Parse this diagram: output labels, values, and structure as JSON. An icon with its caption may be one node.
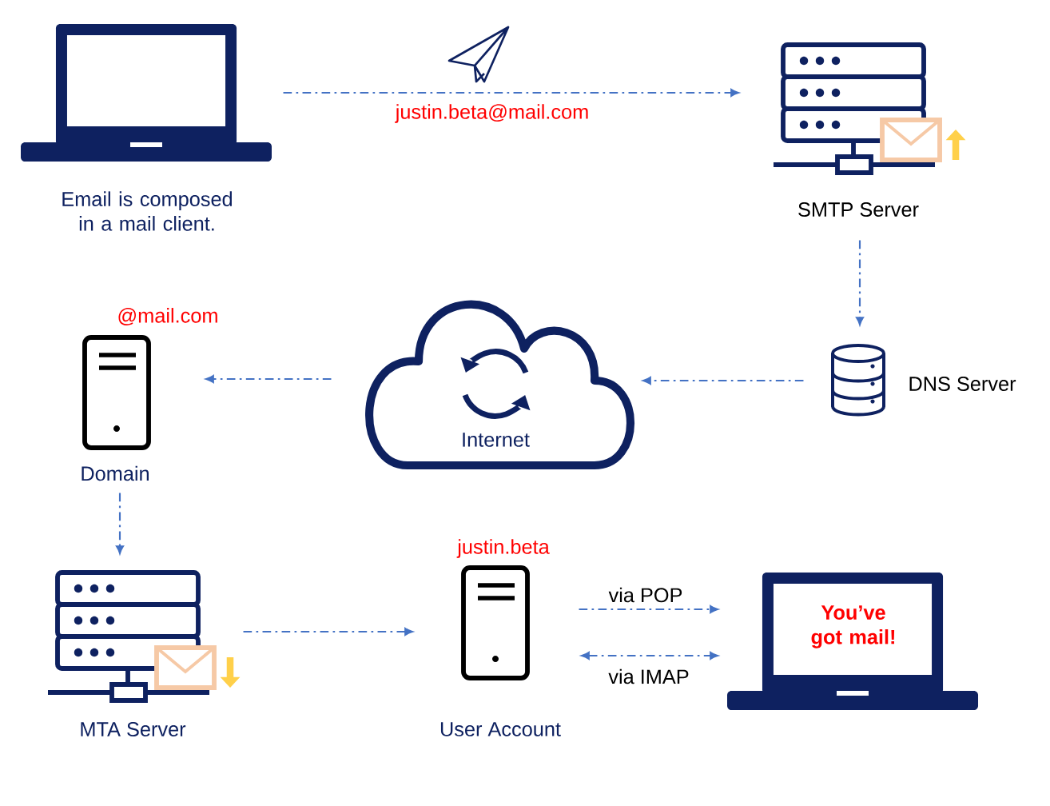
{
  "diagram": {
    "nodes": [
      {
        "text": [
          "Email is composed in a mail client."
        ]
      },
      {
        "text": [
          "SMTP Server"
        ]
      },
      {
        "text": [
          "DNS Server"
        ]
      },
      {
        "text": [
          "Internet"
        ]
      },
      {
        "text": [
          "@mail.com",
          "Domain"
        ]
      },
      {
        "text": [
          "MTA Server"
        ]
      },
      {
        "text": [
          "justin.beta",
          "User Account"
        ]
      },
      {
        "text": [
          "You’ve got mail!"
        ]
      }
    ],
    "edges": [
      {
        "from": 0,
        "to": 1,
        "arrow": "to",
        "label": "justin.beta@mail.com"
      },
      {
        "from": 1,
        "to": 2,
        "arrow": "to"
      },
      {
        "from": 2,
        "to": 3,
        "arrow": "to"
      },
      {
        "from": 3,
        "to": 4,
        "arrow": "to"
      },
      {
        "from": 4,
        "to": 5,
        "arrow": "to"
      },
      {
        "from": 5,
        "to": 6,
        "arrow": "to"
      },
      {
        "from": 6,
        "to": 7,
        "arrow": "to",
        "label": "via POP"
      },
      {
        "from": 6,
        "to": 7,
        "arrow": "both",
        "label": "via IMAP"
      }
    ]
  }
}
